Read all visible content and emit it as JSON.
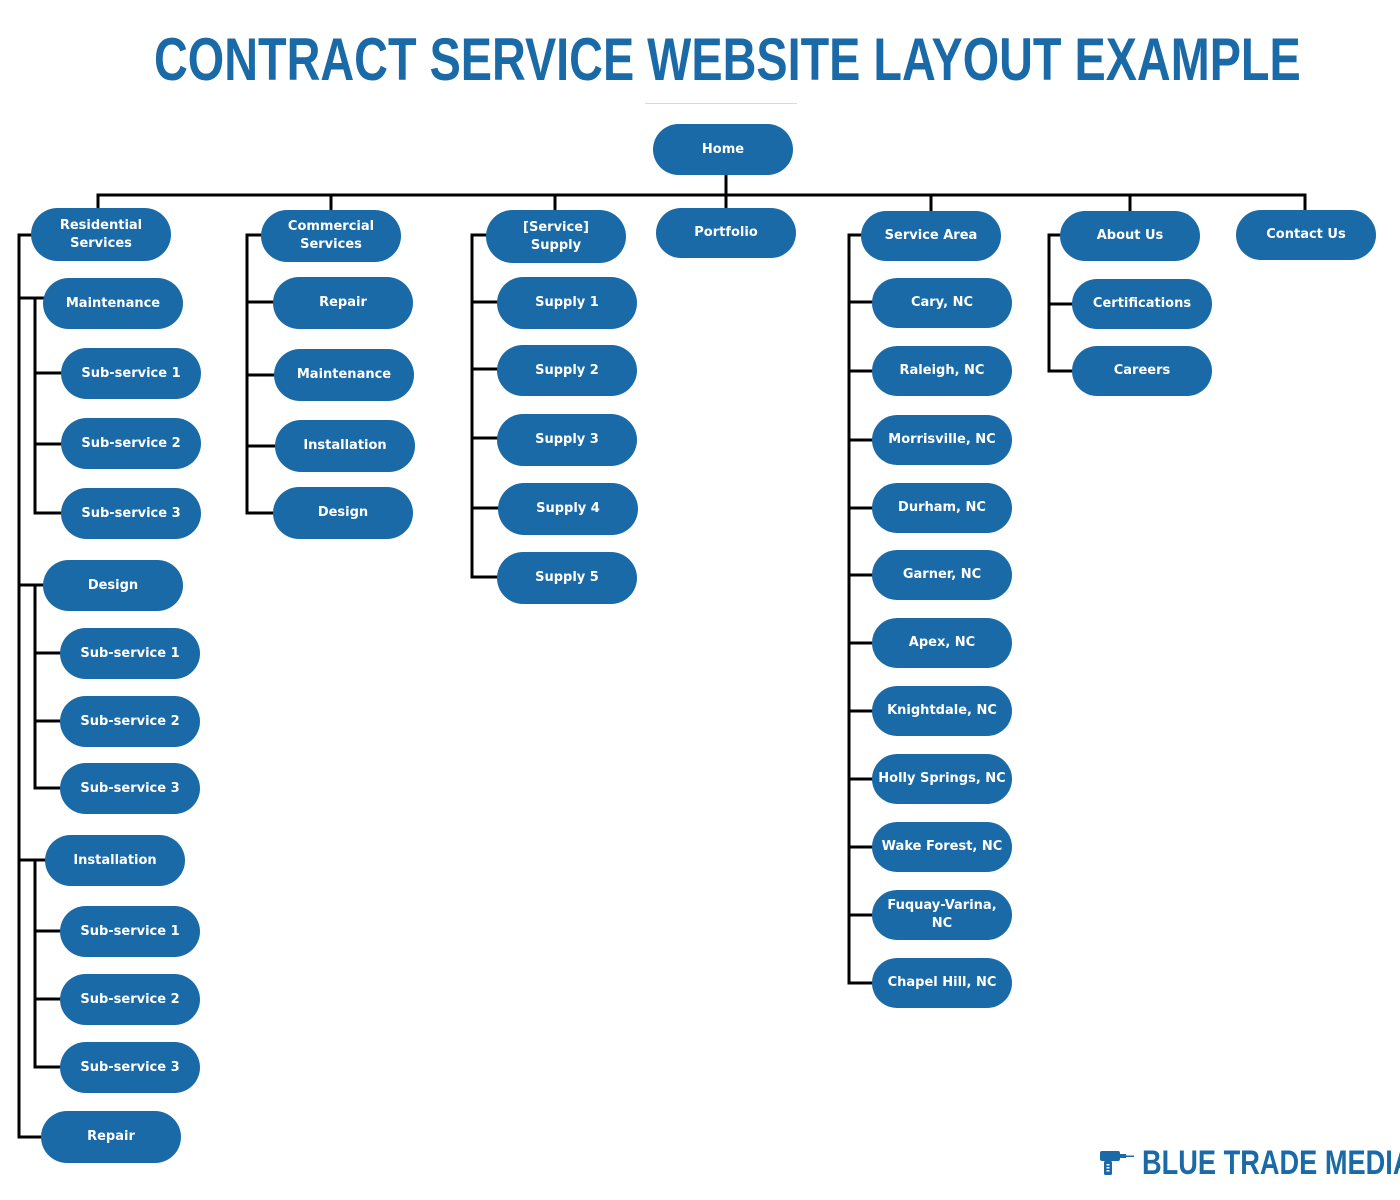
{
  "title": "CONTRACT SERVICE WEBSITE LAYOUT EXAMPLE",
  "brand": {
    "name": "BLUE TRADE MEDIA",
    "icon": "drill-icon"
  },
  "colors": {
    "node": "#1b6aa8",
    "node_text": "#ffffff",
    "line": "#000000",
    "title": "#1b6aa8"
  },
  "home": "Home",
  "residential": {
    "label": "Residential\nServices",
    "maintenance": "Maintenance",
    "maintenance_subs": [
      "Sub-service 1",
      "Sub-service 2",
      "Sub-service 3"
    ],
    "design": "Design",
    "design_subs": [
      "Sub-service 1",
      "Sub-service 2",
      "Sub-service 3"
    ],
    "installation": "Installation",
    "installation_subs": [
      "Sub-service 1",
      "Sub-service 2",
      "Sub-service 3"
    ],
    "repair": "Repair"
  },
  "commercial": {
    "label": "Commercial\nServices",
    "items": [
      "Repair",
      "Maintenance",
      "Installation",
      "Design"
    ]
  },
  "supply": {
    "label": "[Service]\nSupply",
    "items": [
      "Supply 1",
      "Supply 2",
      "Supply 3",
      "Supply 4",
      "Supply 5"
    ]
  },
  "portfolio": "Portfolio",
  "service_area": {
    "label": "Service Area",
    "items": [
      "Cary, NC",
      "Raleigh, NC",
      "Morrisville, NC",
      "Durham, NC",
      "Garner, NC",
      "Apex, NC",
      "Knightdale, NC",
      "Holly Springs, NC",
      "Wake Forest, NC",
      "Fuquay-Varina, NC",
      "Chapel Hill, NC"
    ]
  },
  "about": {
    "label": "About Us",
    "items": [
      "Certifications",
      "Careers"
    ]
  },
  "contact": "Contact Us"
}
